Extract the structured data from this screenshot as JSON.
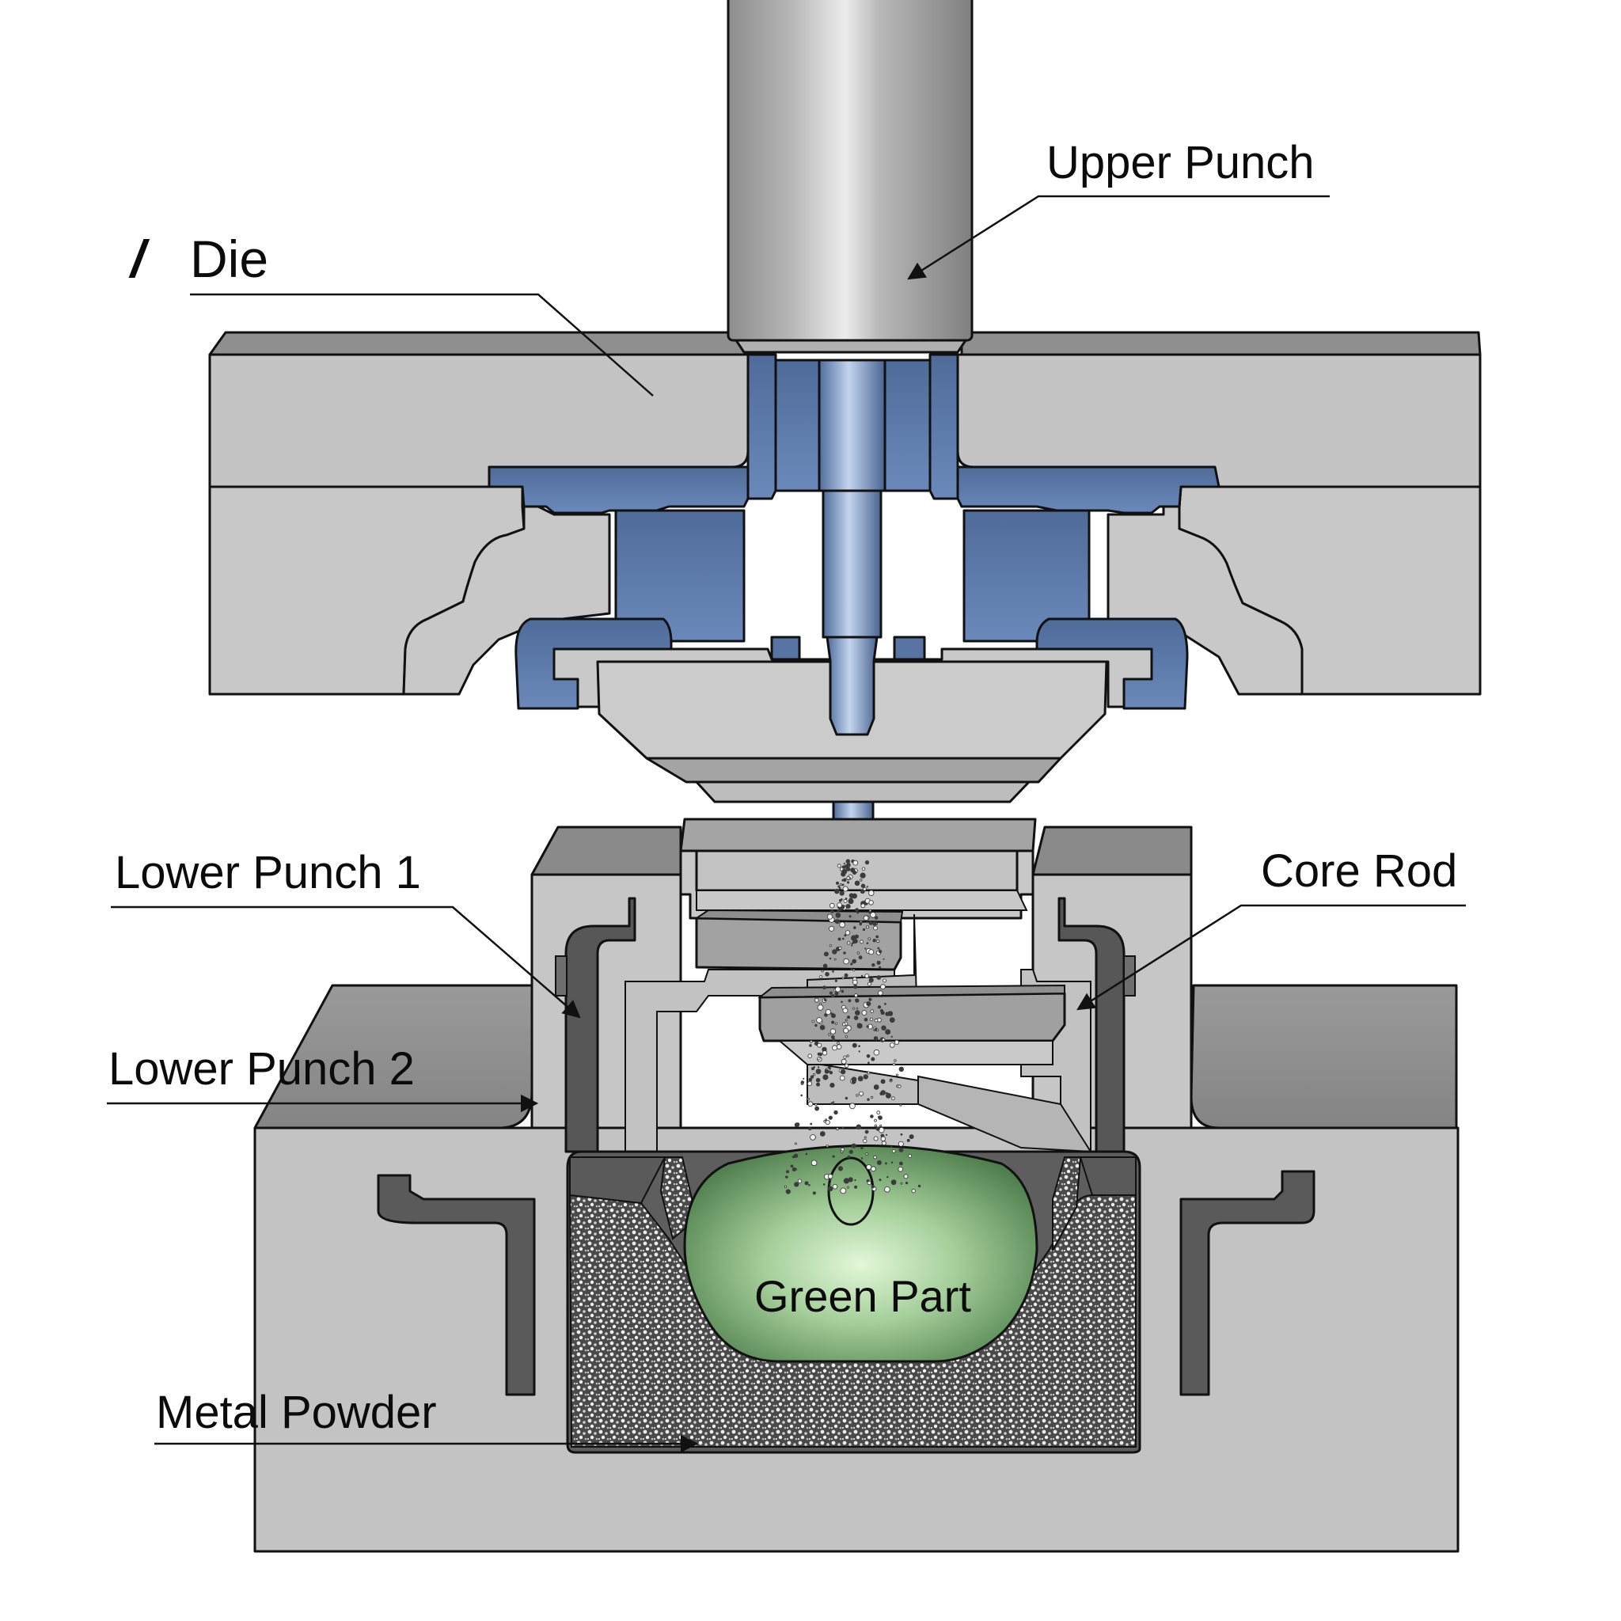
{
  "diagram": {
    "title": "Powder compaction press — die set cross-section",
    "labels": {
      "upper_punch": "Upper Punch",
      "die": "Die",
      "die_marker": "/",
      "lower_punch_1": "Lower Punch 1",
      "lower_punch_2": "Lower Punch 2",
      "core_rod": "Core Rod",
      "metal_powder": "Metal Powder",
      "green_part": "Green Part"
    },
    "colors": {
      "steel_light": "#c9c9c9",
      "steel_mid": "#a9a9a9",
      "steel_dark": "#8a8a8a",
      "steel_darker": "#5a5a5a",
      "blue_part": "#5874a3",
      "blue_light": "#6d8cbc",
      "core_rod": "#6f8fbf",
      "green_part": "#7fb07a",
      "green_highlight": "#d9f3cf",
      "powder_dark": "#3a3a3a",
      "powder_light": "#e8e8e8",
      "outline": "#111111"
    }
  }
}
